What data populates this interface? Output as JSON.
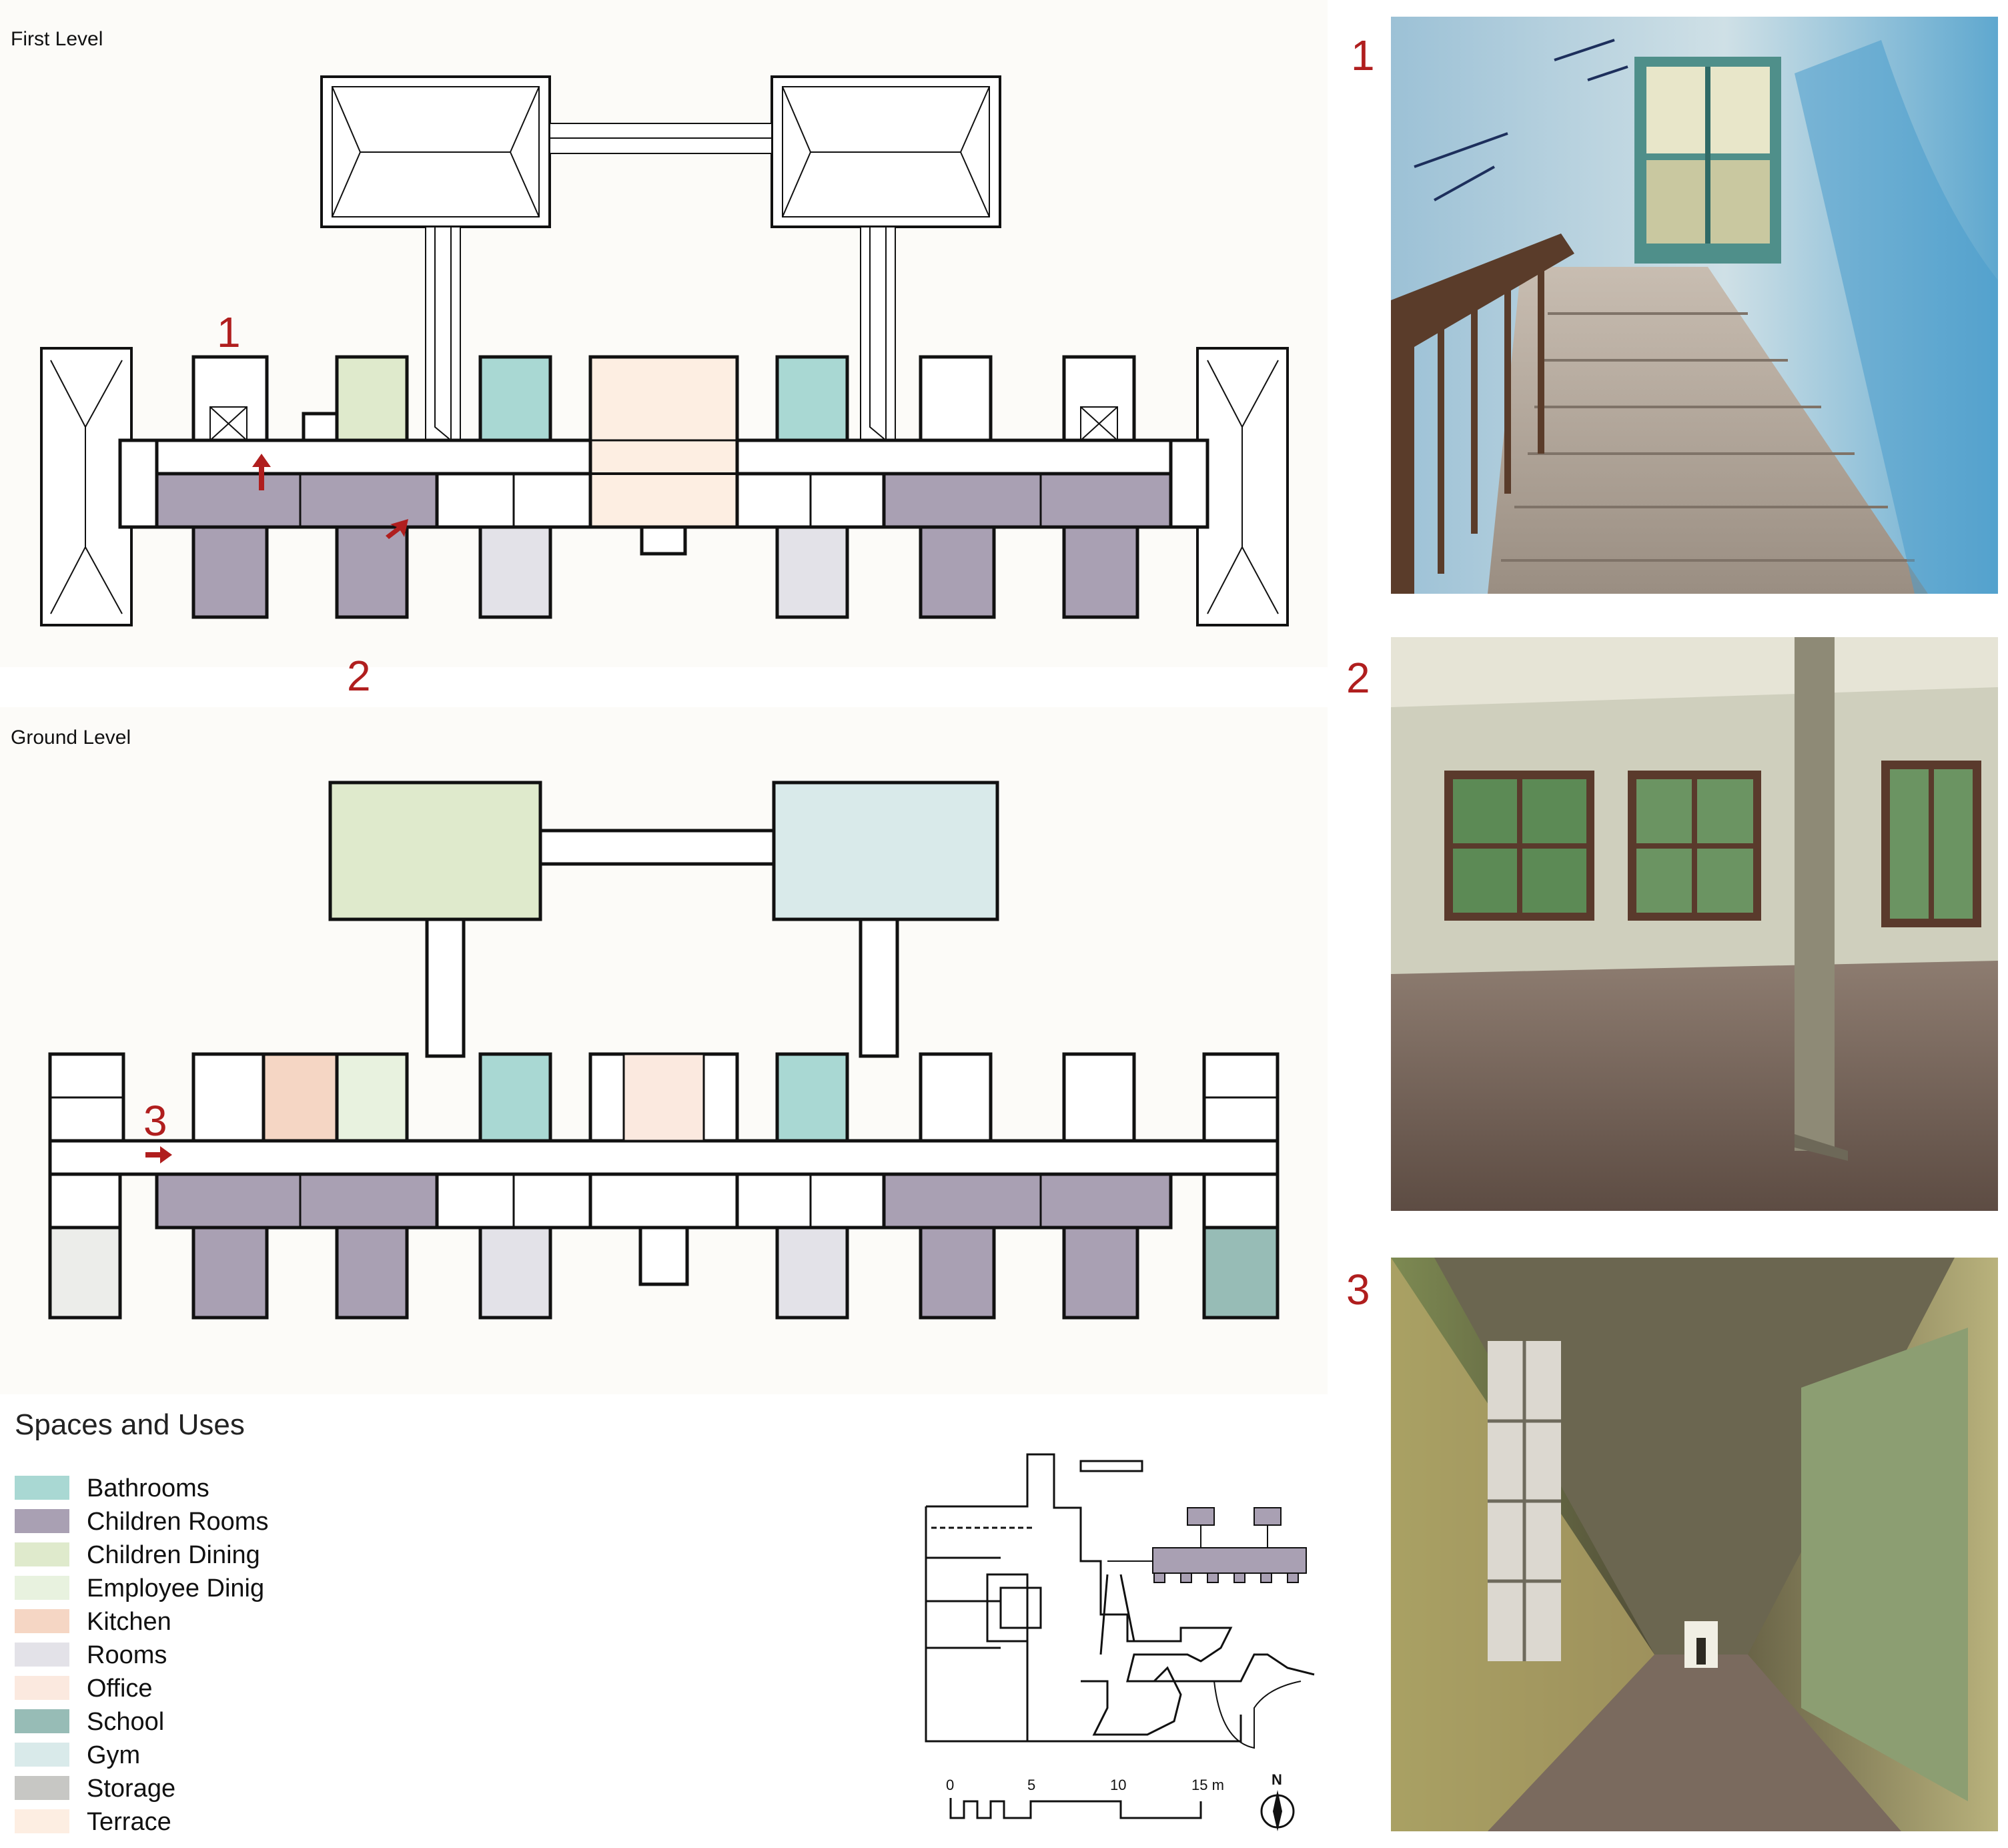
{
  "plans": {
    "first_level_label": "First Level",
    "ground_level_label": "Ground Level"
  },
  "markers": [
    "1",
    "2",
    "3"
  ],
  "legend": {
    "title": "Spaces and Uses",
    "items": [
      {
        "label": "Bathrooms",
        "color": "#a9d8d3"
      },
      {
        "label": "Children Rooms",
        "color": "#a9a0b3"
      },
      {
        "label": "Children Dining",
        "color": "#dfeacc"
      },
      {
        "label": "Employee Dinig",
        "color": "#e8f2df"
      },
      {
        "label": "Kitchen",
        "color": "#f5d6c4"
      },
      {
        "label": "Rooms",
        "color": "#e3e2e8"
      },
      {
        "label": "Office",
        "color": "#fbe9df"
      },
      {
        "label": "School",
        "color": "#97bcb6"
      },
      {
        "label": "Gym",
        "color": "#d9eaea"
      },
      {
        "label": "Storage",
        "color": "#c7c7c4"
      },
      {
        "label": "Terrace",
        "color": "#fdeee2"
      }
    ]
  },
  "scale": {
    "ticks": [
      "0",
      "5",
      "10",
      "15 m"
    ],
    "north": "N"
  },
  "photos": [
    {
      "number": "1",
      "subject": "stairwell"
    },
    {
      "number": "2",
      "subject": "empty room"
    },
    {
      "number": "3",
      "subject": "long corridor"
    }
  ]
}
